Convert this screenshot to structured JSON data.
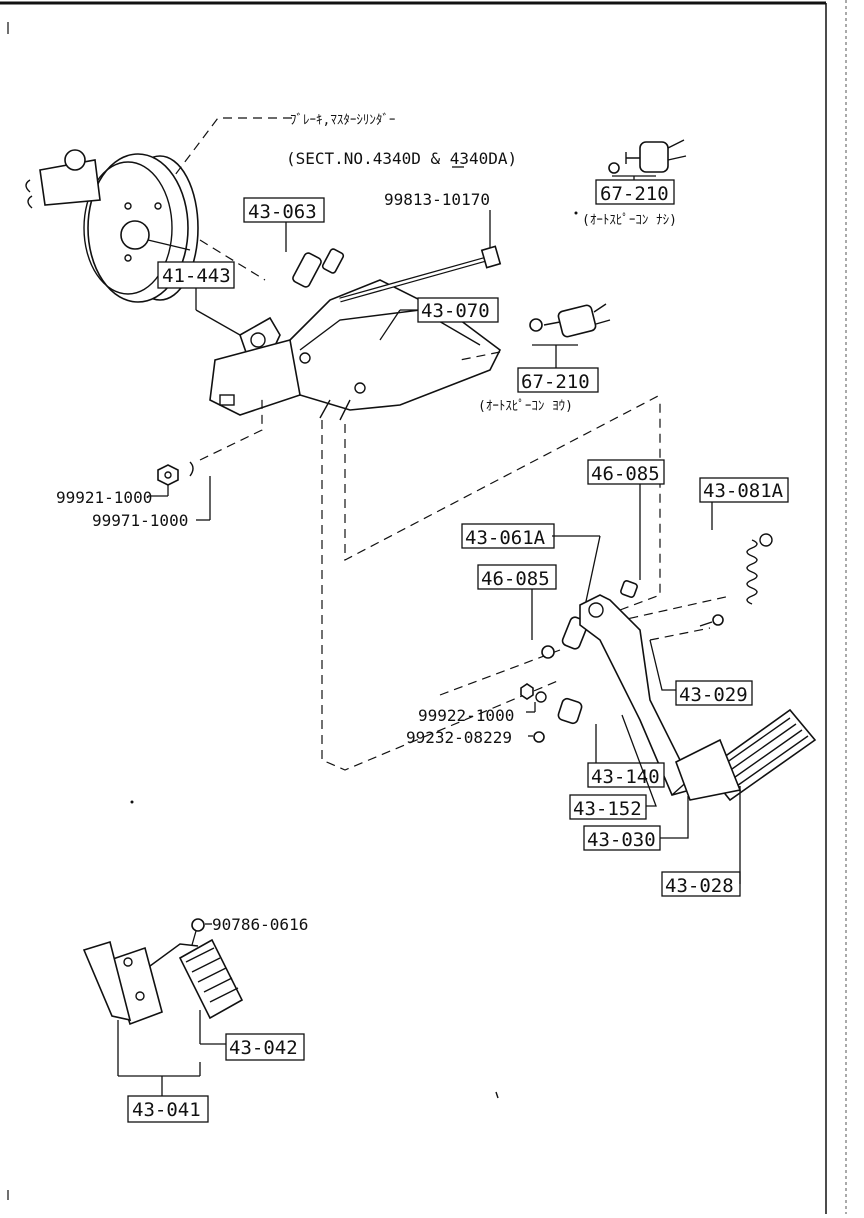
{
  "brake_master_note": {
    "line1": "ﾌﾞﾚｰｷ,ﾏｽﾀｰｼﾘﾝﾀﾞｰ",
    "line2": "(SECT.NO.4340D & 4340DA)"
  },
  "parts": {
    "p43_063": "43-063",
    "p99813": "99813-10170",
    "p41_443": "41-443",
    "p43_070": "43-070",
    "p67_210_top": "67-210",
    "p67_210_top_note": "(ｵｰﾄｽﾋﾟｰｺﾝ ﾅｼ)",
    "p67_210_mid": "67-210",
    "p67_210_mid_note": "(ｵｰﾄｽﾋﾟｰｺﾝ ﾖｳ)",
    "p99921": "99921-1000",
    "p99971": "99971-1000",
    "p46_085_a": "46-085",
    "p43_081a": "43-081A",
    "p43_061a": "43-061A",
    "p46_085_b": "46-085",
    "p43_029": "43-029",
    "p99922": "99922-1000",
    "p99232": "99232-08229",
    "p43_140": "43-140",
    "p43_152": "43-152",
    "p43_030": "43-030",
    "p43_028": "43-028",
    "p90786": "90786-0616",
    "p43_042": "43-042",
    "p43_041": "43-041"
  },
  "icons": [
    "master-cylinder-icon",
    "bracket-icon",
    "bolt-icon",
    "nut-icon",
    "switch-icon",
    "pedal-icon",
    "spring-icon",
    "pad-icon"
  ]
}
